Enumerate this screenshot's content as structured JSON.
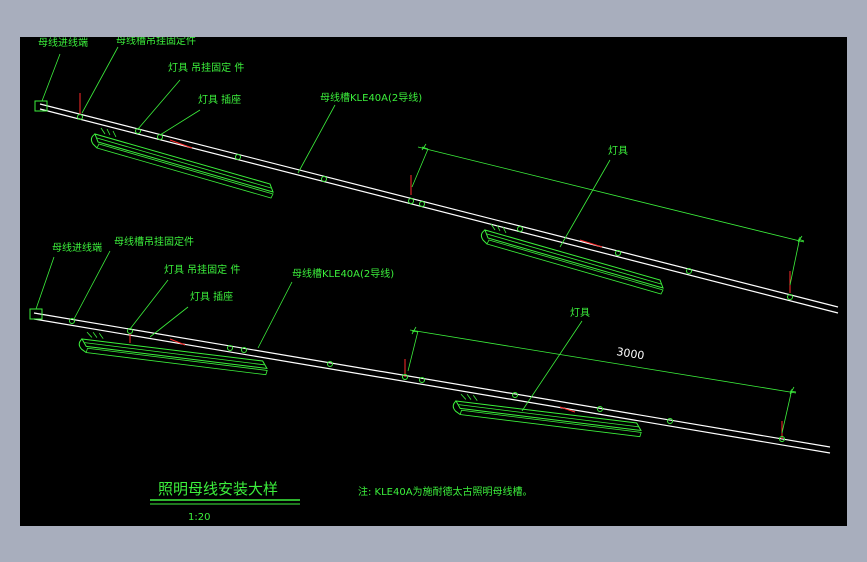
{
  "drawing": {
    "upper": {
      "busway_entry": "母线进线端",
      "busway_hanger": "母线槽吊挂固定件",
      "fixture_hanger": "灯具 吊挂固定 件",
      "fixture_socket": "灯具 插座",
      "busway_model": "母线槽KLE40A(2导线)",
      "fixture": "灯具"
    },
    "lower": {
      "busway_entry": "母线进线端",
      "busway_hanger": "母线槽吊挂固定件",
      "fixture_hanger": "灯具 吊挂固定 件",
      "fixture_socket": "灯具 插座",
      "busway_model": "母线槽KLE40A(2导线)",
      "fixture": "灯具",
      "dimension": "3000"
    },
    "title": "照明母线安装大样",
    "scale": "1:20",
    "note": "注: KLE40A为施耐德太古照明母线槽。"
  },
  "colors": {
    "background": "#000000",
    "frame": "#a8aebd",
    "annotation": "#3cf03c",
    "busway": "#ffffff",
    "marker": "#ff2a2a"
  }
}
